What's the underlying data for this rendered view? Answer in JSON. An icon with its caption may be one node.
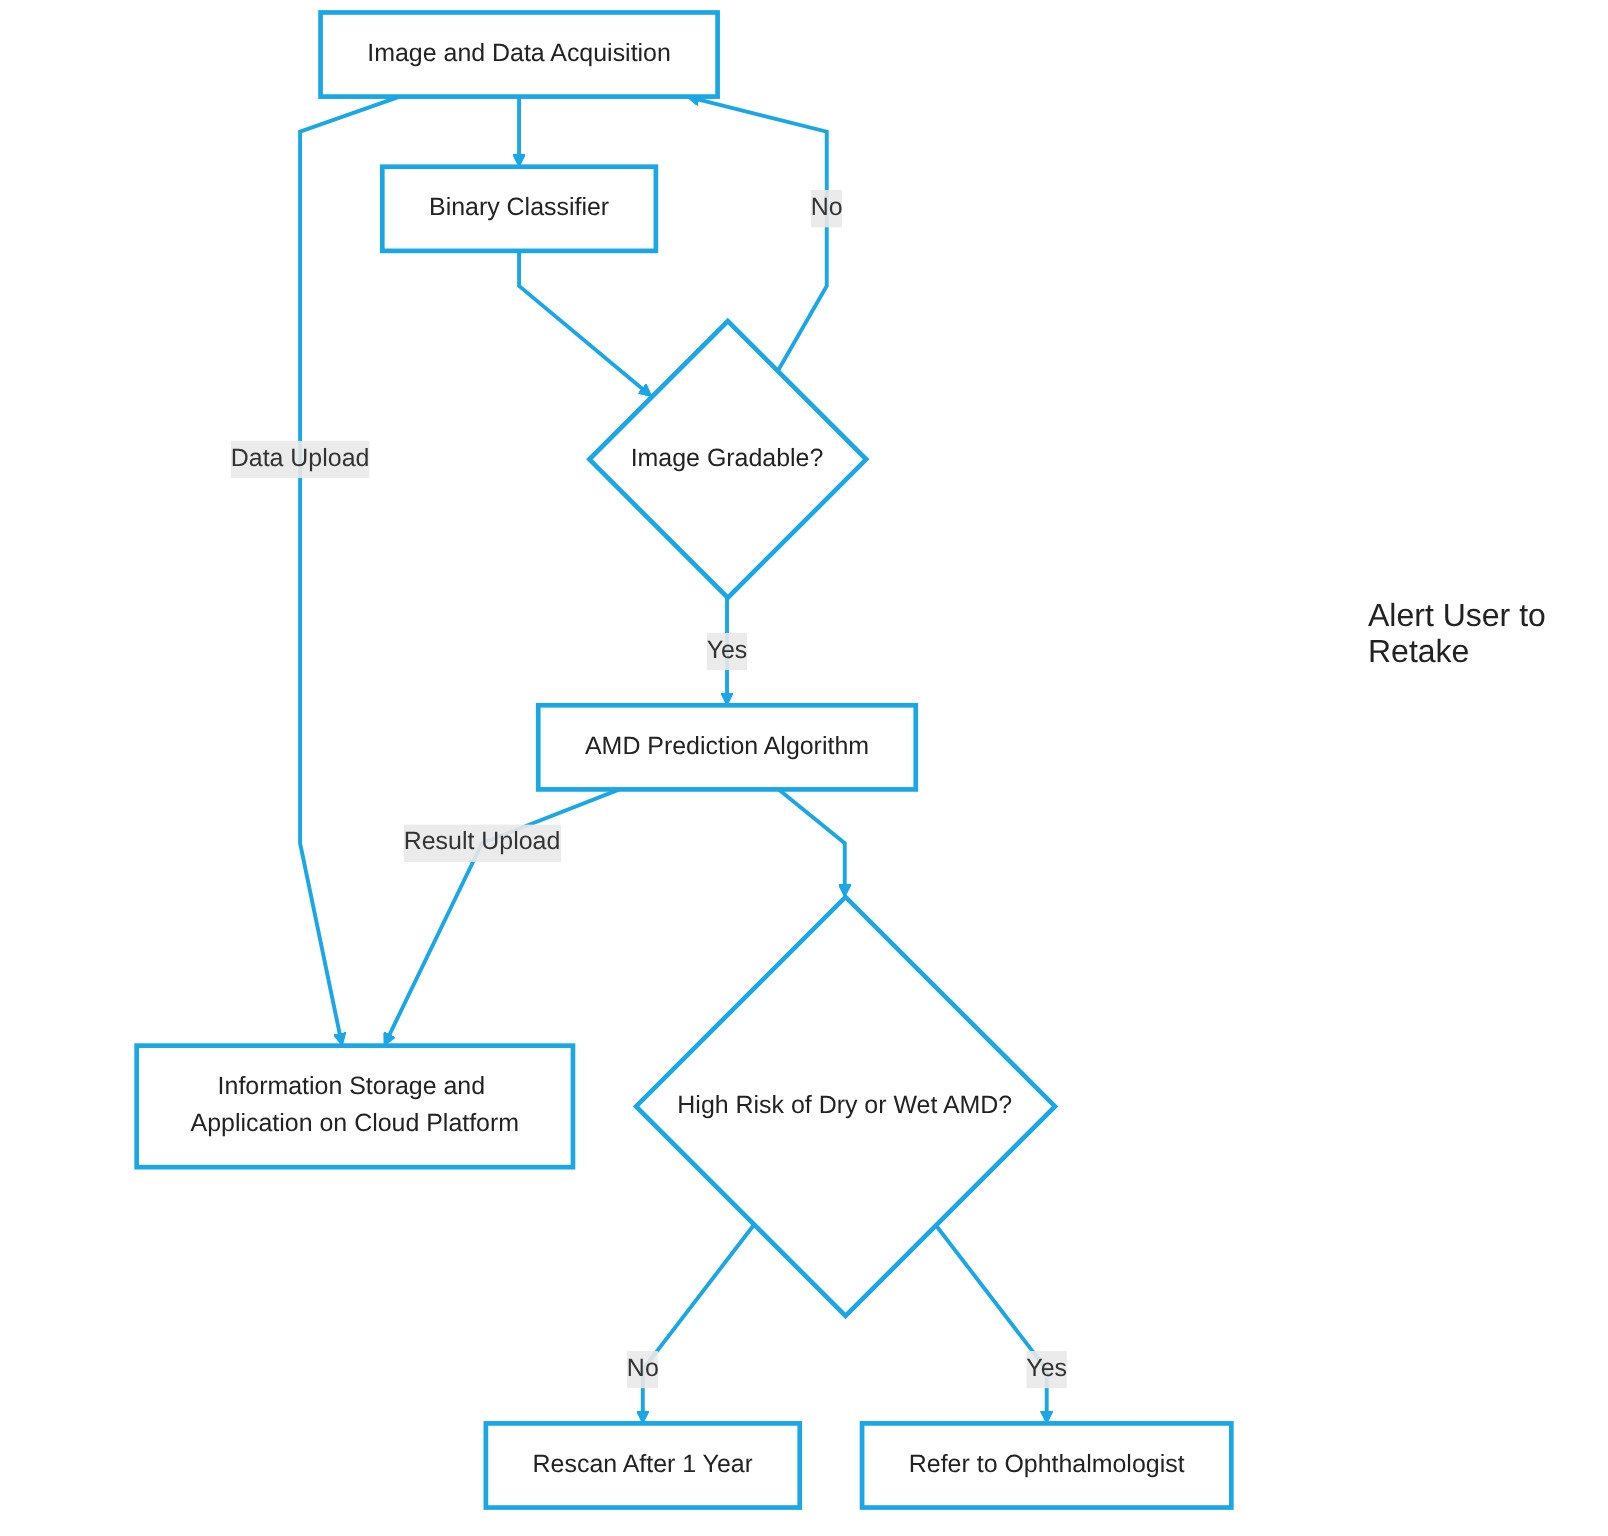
{
  "diagram": {
    "nodes": [
      {
        "text": [
          "Image and Data Acquisition"
        ]
      },
      {
        "text": [
          "Binary Classifier"
        ]
      },
      {
        "text": [
          "Image Gradable?"
        ]
      },
      {
        "text": [
          "Information Storage and Application on Cloud Platform"
        ]
      },
      {
        "text": [
          "AMD Prediction Algorithm"
        ]
      },
      {
        "text": [
          "High Risk of Dry or Wet AMD?"
        ]
      },
      {
        "text": [
          "Rescan After 1 Year"
        ]
      },
      {
        "text": [
          "Refer to Ophthalmologist"
        ]
      }
    ],
    "edges": [
      {
        "from": 0,
        "to": 1,
        "arrow": "to"
      },
      {
        "from": 0,
        "to": 3,
        "arrow": "to",
        "label": "Data Upload"
      },
      {
        "from": 1,
        "to": 2,
        "arrow": "to"
      },
      {
        "from": 2,
        "to": 0,
        "arrow": "to",
        "label": "No"
      },
      {
        "from": 2,
        "to": 4,
        "arrow": "to",
        "label": "Yes"
      },
      {
        "from": 4,
        "to": 3,
        "arrow": "to",
        "label": "Result Upload"
      },
      {
        "from": 4,
        "to": 5,
        "arrow": "to"
      },
      {
        "from": 5,
        "to": 6,
        "arrow": "to",
        "label": "No"
      },
      {
        "from": 5,
        "to": 7,
        "arrow": "to",
        "label": "Yes"
      }
    ],
    "labels": [
      "Alert User to Retake"
    ]
  }
}
